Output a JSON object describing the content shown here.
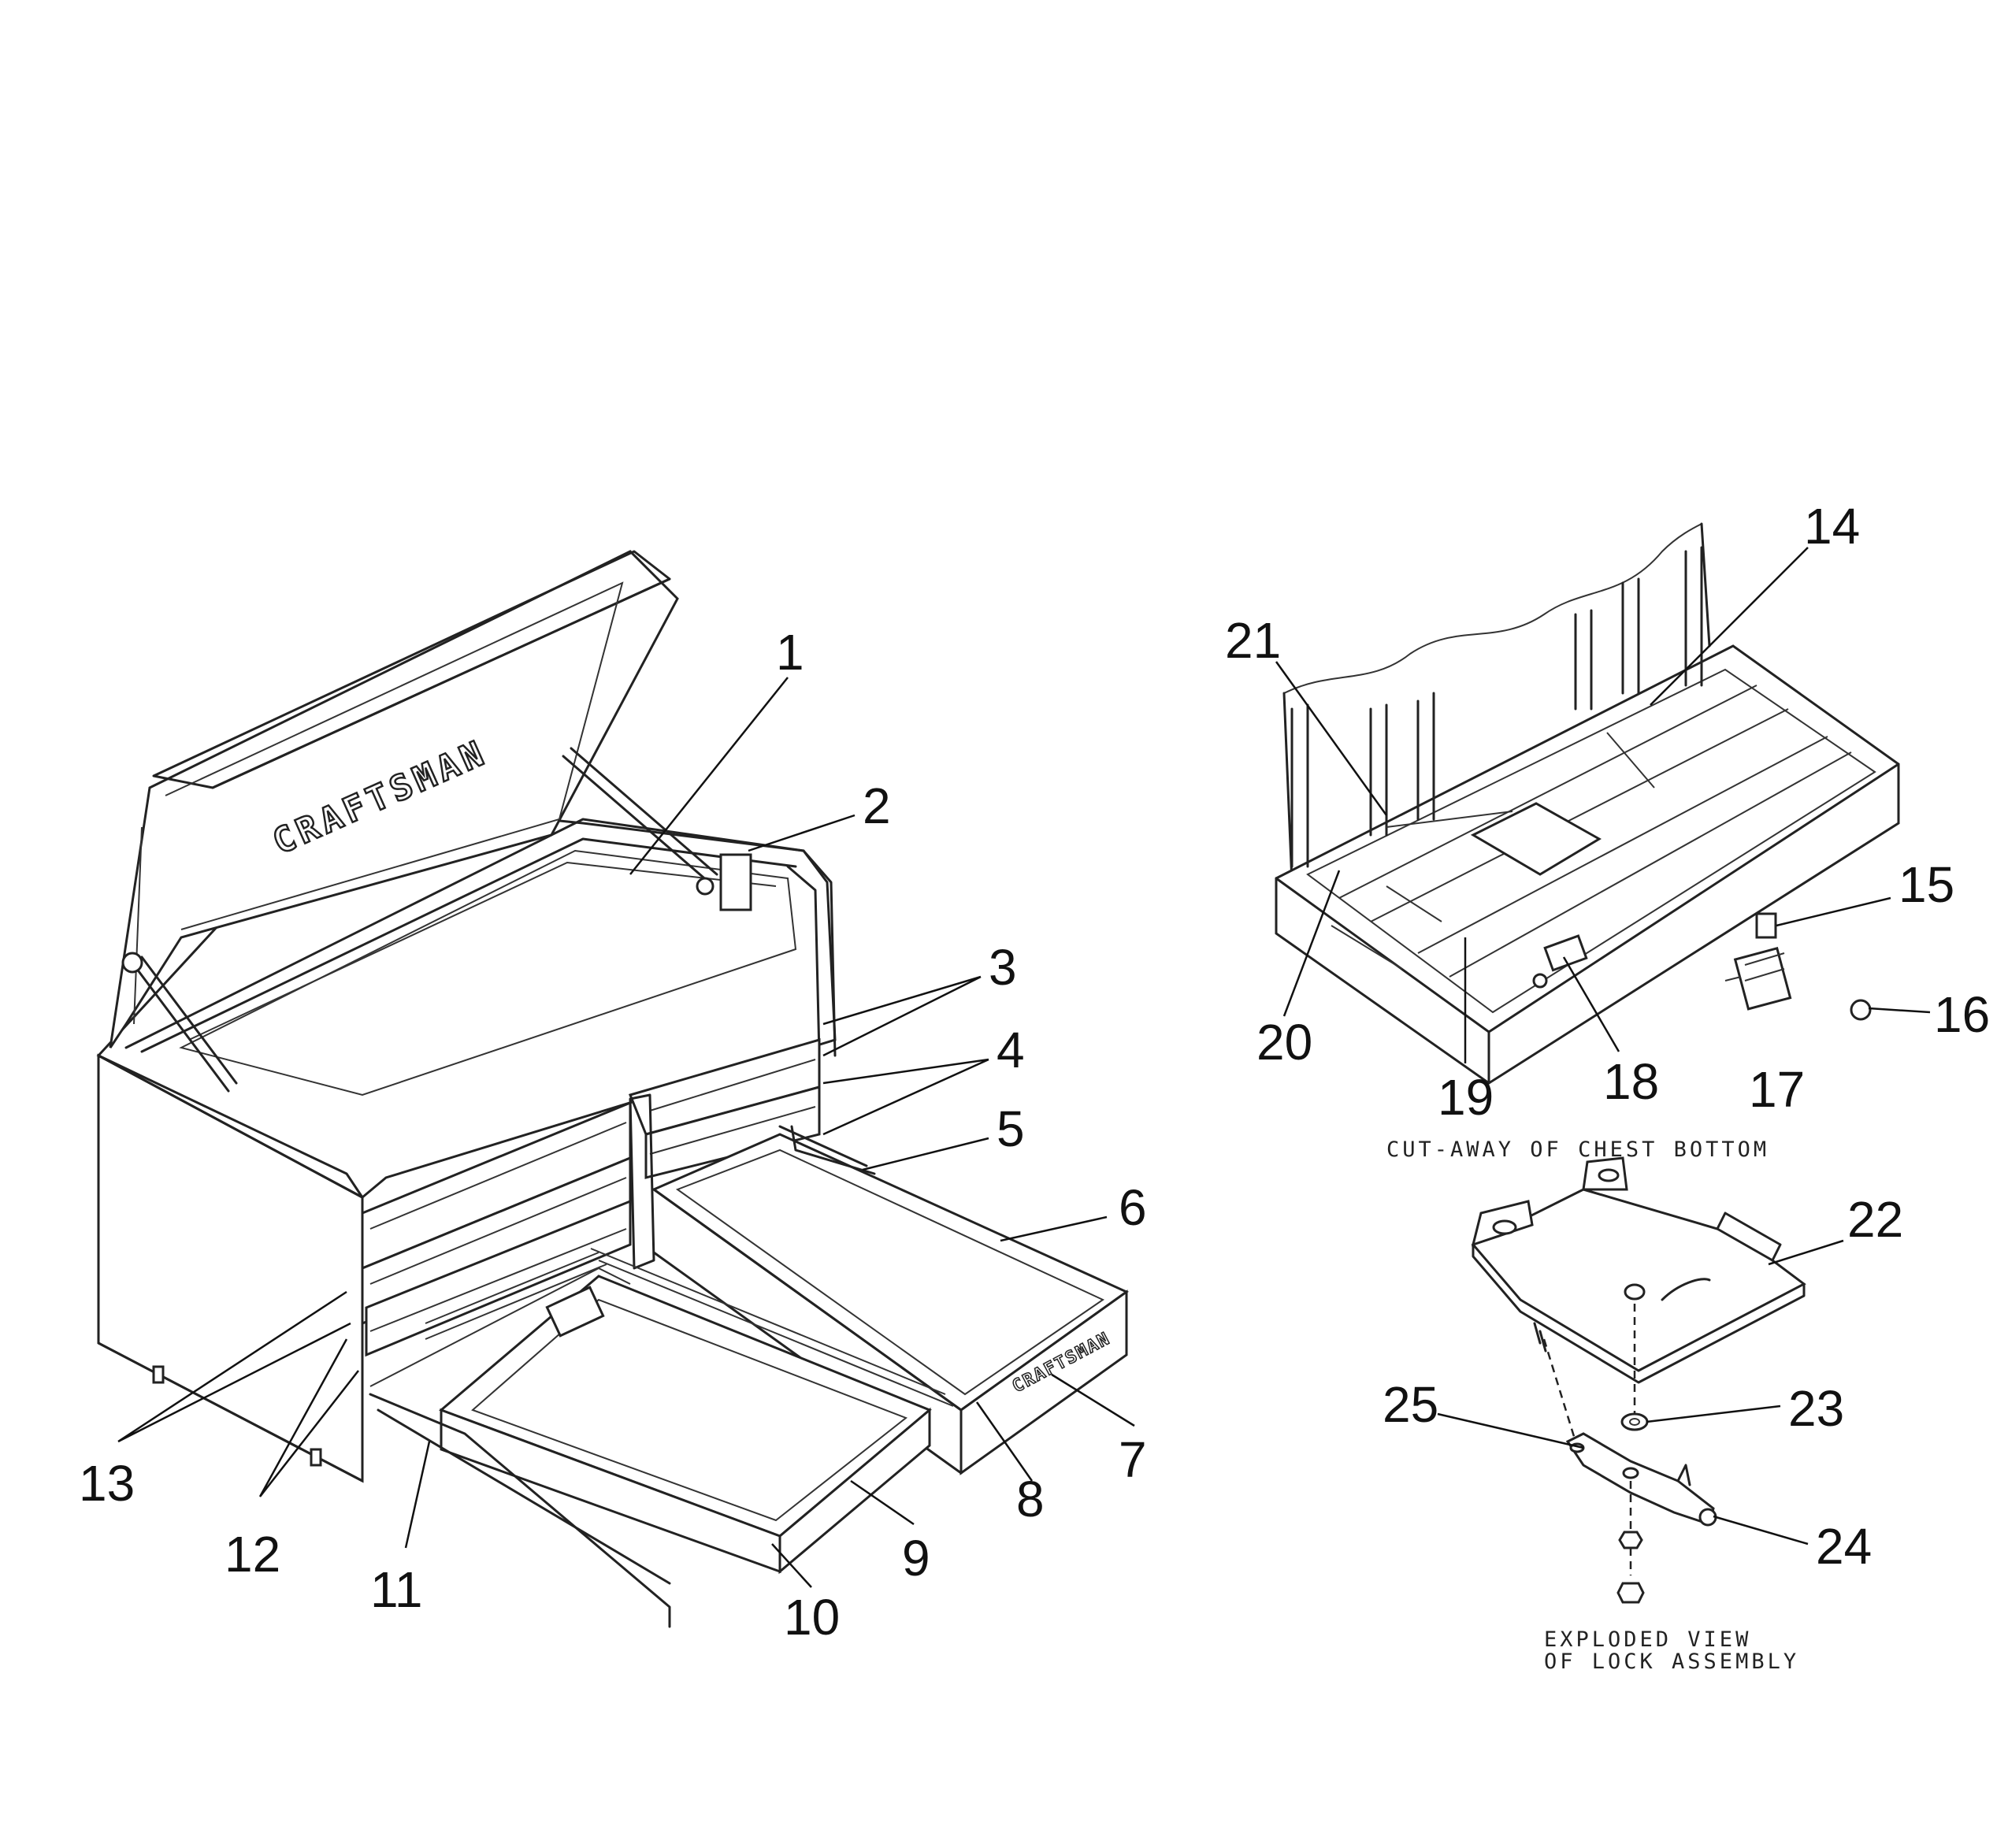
{
  "brand_text": "CRAFTSMAN",
  "drawer_brand_text": "CRAFTSMAN",
  "captions": {
    "chest_bottom": "CUT-AWAY OF CHEST BOTTOM",
    "lock_line1": "EXPLODED VIEW",
    "lock_line2": "OF LOCK ASSEMBLY"
  },
  "callouts": [
    "1",
    "2",
    "3",
    "4",
    "5",
    "6",
    "7",
    "8",
    "9",
    "10",
    "11",
    "12",
    "13",
    "14",
    "15",
    "16",
    "17",
    "18",
    "19",
    "20",
    "21",
    "22",
    "23",
    "24",
    "25"
  ]
}
